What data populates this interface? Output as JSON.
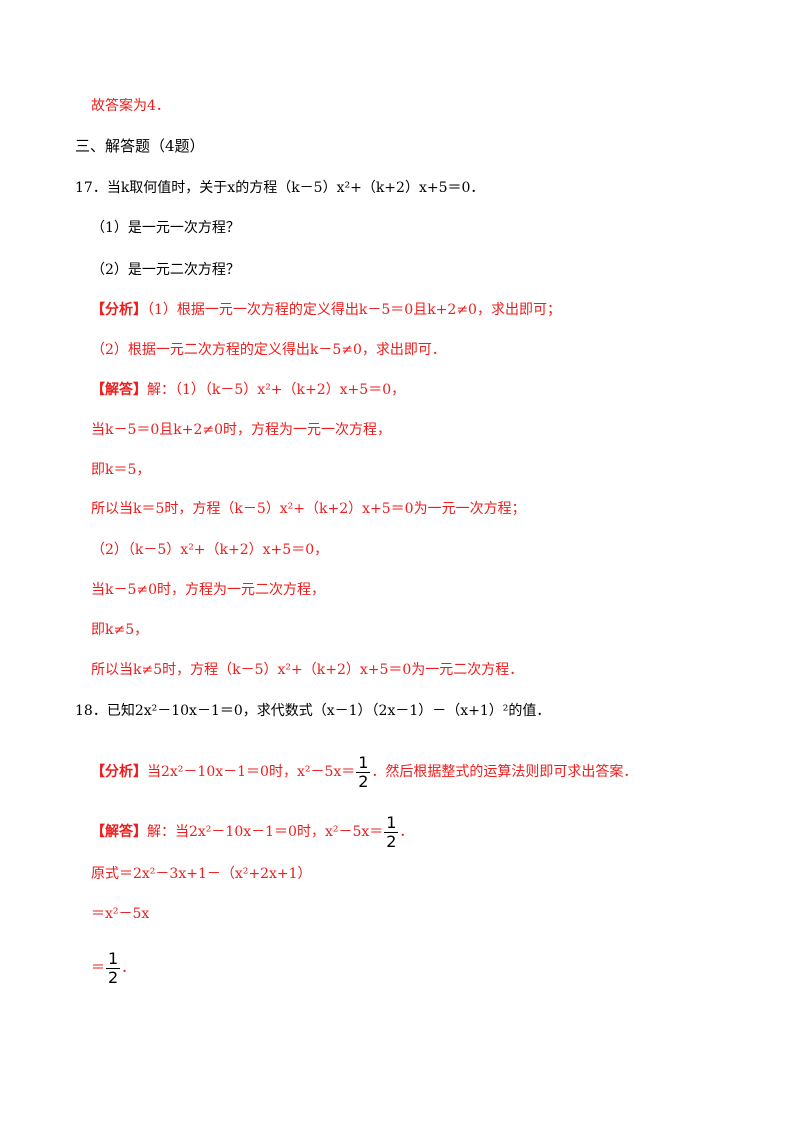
{
  "colors": {
    "answer": "#ee1c1c",
    "question": "#000000"
  },
  "answer_prev": "故答案为4．",
  "section": {
    "title": "三、解答题（4题）"
  },
  "q17": {
    "stem": "17．当k取何值时，关于x的方程（k－5）x²+（k+2）x+5＝0．",
    "sub1": "（1）是一元一次方程？",
    "sub2": "（2）是一元二次方程？",
    "analysis_label": "【分析】",
    "analysis1": "（1）根据一元一次方程的定义得出k－5＝0且k+2≠0，求出即可；",
    "analysis2": "（2）根据一元二次方程的定义得出k－5≠0，求出即可．",
    "solution_label": "【解答】",
    "solution_lines": [
      "解：（1）（k－5）x²+（k+2）x+5＝0，",
      "当k－5＝0且k+2≠0时，方程为一元一次方程，",
      "即k＝5，",
      "所以当k＝5时，方程（k－5）x²+（k+2）x+5＝0为一元一次方程；",
      "（2）（k－5）x²+（k+2）x+5＝0，",
      "当k－5≠0时，方程为一元二次方程，",
      "即k≠5，",
      "所以当k≠5时，方程（k－5）x²+（k+2）x+5＝0为一元二次方程．"
    ]
  },
  "q18": {
    "stem": "18．已知2x²－10x－1＝0，求代数式（x－1）（2x－1）－（x+1）²的值．",
    "analysis_label": "【分析】",
    "analysis_pre": "当2x²－10x－1＝0时，x²－5x＝",
    "analysis_post": "．然后根据整式的运算法则即可求出答案．",
    "solution_label": "【解答】",
    "solution_pre": "解：当2x²－10x－1＝0时，x²－5x＝",
    "solution_post": "．",
    "line1": "原式＝2x²－3x+1－（x²+2x+1）",
    "line2": "＝x²－5x",
    "line3_pre": "＝",
    "line3_post": "．",
    "frac_num": "1",
    "frac_den": "2"
  }
}
